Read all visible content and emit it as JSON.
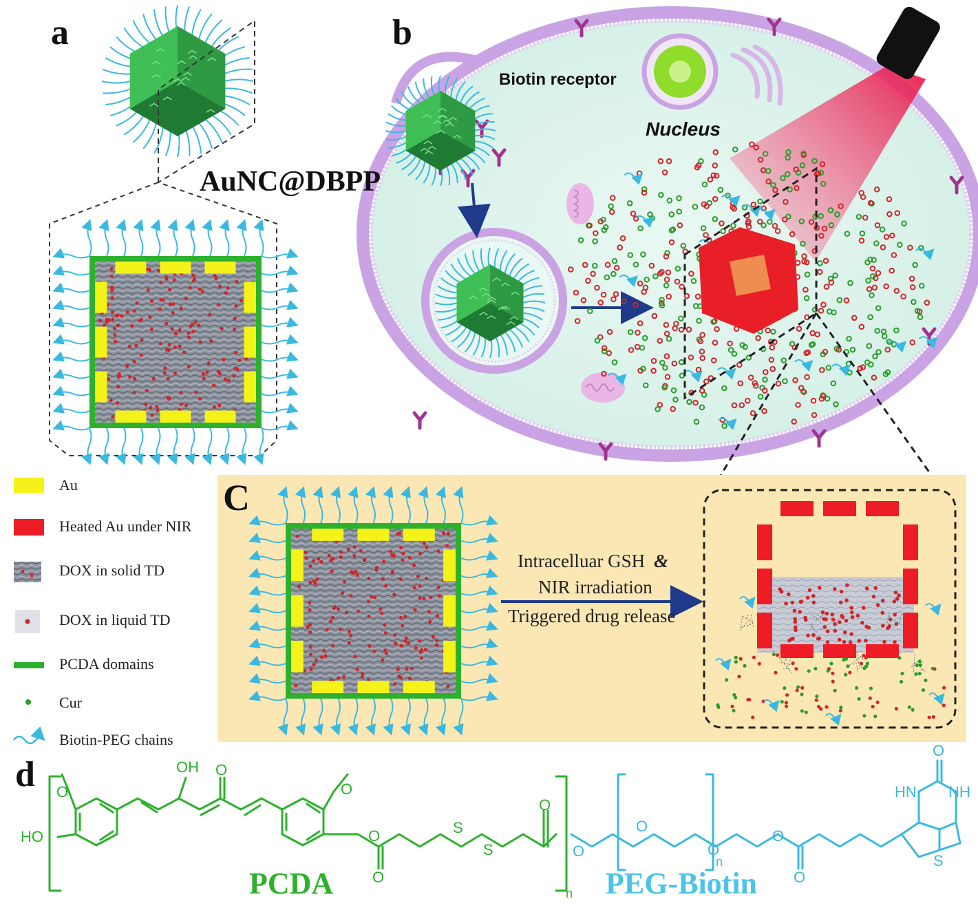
{
  "panels": {
    "a": "a",
    "b": "b",
    "c": "C",
    "d": "d"
  },
  "nanocarrier_label": "AuNC@DBPP",
  "cell": {
    "receptor_label": "Biotin receptor",
    "nucleus_label": "Nucleus"
  },
  "release": {
    "line1": "Intracelluar GSH",
    "amp": "&",
    "line2": "NIR irradiation",
    "line3": "Triggered drug release"
  },
  "legend": [
    {
      "label": "Au",
      "icon": "yellow-rect-icon",
      "color": "#f5f21a"
    },
    {
      "label": "Heated Au under NIR",
      "icon": "red-rect-icon",
      "color": "#ee1c25"
    },
    {
      "label": "DOX in solid TD",
      "icon": "solid-td-icon",
      "color": "#6f7683"
    },
    {
      "label": "DOX in liquid TD",
      "icon": "liquid-td-icon",
      "color": "#d9dbe2"
    },
    {
      "label": "PCDA domains",
      "icon": "green-bar-icon",
      "color": "#2db12d"
    },
    {
      "label": "Cur",
      "icon": "green-dot-icon",
      "color": "#2a9d2a"
    },
    {
      "label": "Biotin-PEG chains",
      "icon": "cyan-wave-arrow-icon",
      "color": "#39b9e0"
    }
  ],
  "structure": {
    "pcda_label": "PCDA",
    "peg_label": "PEG-Biotin",
    "atoms": {
      "ho": "HO",
      "oh": "OH",
      "o": "O",
      "s": "S",
      "n": "n",
      "hn": "HN",
      "nh": "NH"
    }
  },
  "colors": {
    "au": "#f5f21a",
    "heated_au": "#ee1c25",
    "pcda": "#2db12d",
    "peg": "#39b9e0",
    "membrane": "#c9a3e3",
    "cytoplasm": "#dff5ee",
    "panel_c_bg": "#fbe7b4",
    "dox": "#d0262a",
    "cur": "#2a9d2a"
  }
}
